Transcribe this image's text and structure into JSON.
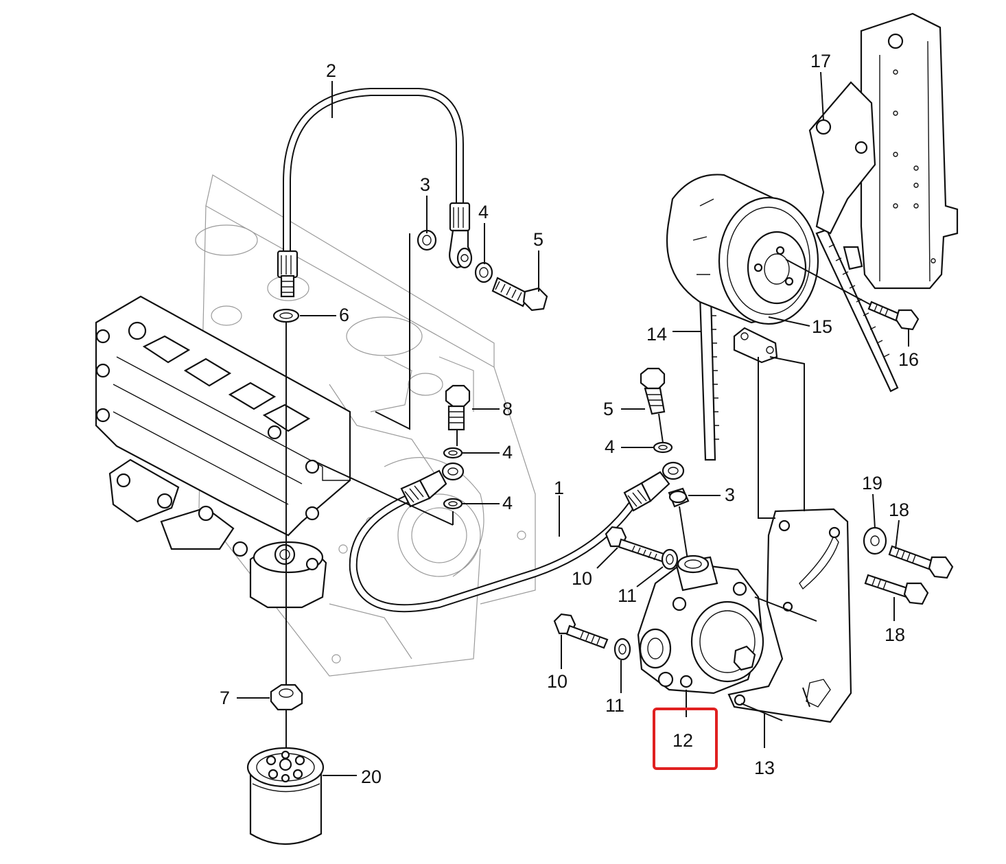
{
  "diagram": {
    "highlight_color": "#e02020",
    "callouts": [
      {
        "id": "c1",
        "text": "1"
      },
      {
        "id": "c2",
        "text": "2"
      },
      {
        "id": "c3a",
        "text": "3"
      },
      {
        "id": "c3b",
        "text": "3"
      },
      {
        "id": "c4a",
        "text": "4"
      },
      {
        "id": "c4b",
        "text": "4"
      },
      {
        "id": "c4c",
        "text": "4"
      },
      {
        "id": "c4d",
        "text": "4"
      },
      {
        "id": "c5a",
        "text": "5"
      },
      {
        "id": "c5b",
        "text": "5"
      },
      {
        "id": "c6",
        "text": "6"
      },
      {
        "id": "c7",
        "text": "7"
      },
      {
        "id": "c8",
        "text": "8"
      },
      {
        "id": "c10a",
        "text": "10"
      },
      {
        "id": "c10b",
        "text": "10"
      },
      {
        "id": "c11a",
        "text": "11"
      },
      {
        "id": "c11b",
        "text": "11"
      },
      {
        "id": "c12",
        "text": "12"
      },
      {
        "id": "c13",
        "text": "13"
      },
      {
        "id": "c14",
        "text": "14"
      },
      {
        "id": "c15",
        "text": "15"
      },
      {
        "id": "c16",
        "text": "16"
      },
      {
        "id": "c17",
        "text": "17"
      },
      {
        "id": "c18a",
        "text": "18"
      },
      {
        "id": "c18b",
        "text": "18"
      },
      {
        "id": "c19",
        "text": "19"
      },
      {
        "id": "c20",
        "text": "20"
      }
    ]
  }
}
